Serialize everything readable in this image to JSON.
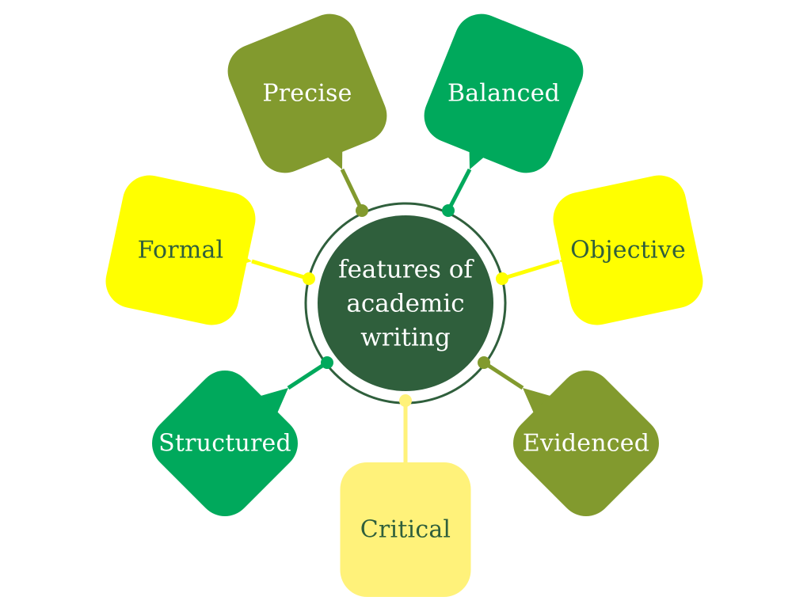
{
  "center": {
    "lines": [
      "features of",
      "academic",
      "writing"
    ],
    "fill": "#2f5f3c",
    "ring": "#2f5f3c"
  },
  "nodes": [
    {
      "id": "precise",
      "label": "Precise",
      "fill": "#829a2e",
      "text_color": "#ffffff"
    },
    {
      "id": "balanced",
      "label": "Balanced",
      "fill": "#00a95c",
      "text_color": "#ffffff"
    },
    {
      "id": "objective",
      "label": "Objective",
      "fill": "#ffff00",
      "text_color": "#2f5f3c"
    },
    {
      "id": "evidenced",
      "label": "Evidenced",
      "fill": "#829a2e",
      "text_color": "#ffffff"
    },
    {
      "id": "critical",
      "label": "Critical",
      "fill": "#fff27a",
      "text_color": "#2f5f3c"
    },
    {
      "id": "structured",
      "label": "Structured",
      "fill": "#00a95c",
      "text_color": "#ffffff"
    },
    {
      "id": "formal",
      "label": "Formal",
      "fill": "#ffff00",
      "text_color": "#2f5f3c"
    }
  ]
}
